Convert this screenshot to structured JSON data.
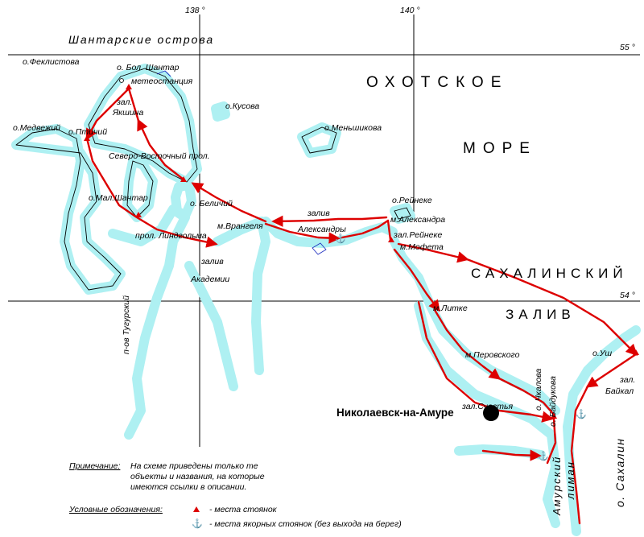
{
  "grid": {
    "lon_138": "138 °",
    "lon_140": "140 °",
    "lat_55": "55 °",
    "lat_54": "54 °"
  },
  "labels": {
    "shantar_islands": "Шантарские острова",
    "feklistova": "о.Феклистова",
    "bol_shantar": "о. Бол. Шантар",
    "meteostation": "метеостанция",
    "zal_yakshina_1": "зал.",
    "zal_yakshina_2": "Якшина",
    "kusova": "о.Кусова",
    "medvezhiy": "о.Медвежий",
    "ptichiy": "о.Птичий",
    "menshikova": "о.Меньшикова",
    "nord_east_strait": "Северо-Восточный прол.",
    "mal_shantar": "о.Мал.Шантар",
    "belichiy": "о. Беличий",
    "reineke_island": "о.Рейнеке",
    "m_alexandra": "м.Александра",
    "zal_reineke": "зал.Рейнеке",
    "m_mofeta": "м.Мофета",
    "zaliv_alexandry_1": "залив",
    "zaliv_alexandry_2": "Александры",
    "m_vrangelya": "м.Врангеля",
    "prol_lindgolma": "прол. Линдгольма",
    "zaliv_akademii_1": "залив",
    "zaliv_akademii_2": "Академии",
    "tugur": "п-ов Тугурский",
    "m_litke": "м.Литке",
    "m_perovskogo": "м.Перовского",
    "o_ush": "о.Уш",
    "zal_baikal_1": "зал.",
    "zal_baikal_2": "Байкал",
    "chkalova": "о. Чкалова",
    "baidukova": "о. Байдукова",
    "zal_schastya": "зал.Счастья",
    "nikolaevsk": "Николаевск-на-Амуре",
    "sakhalin": "о. Сахалин",
    "amur_liman_1": "Амурский",
    "amur_liman_2": "лиман"
  },
  "seas": {
    "okhotsk_1": "ОХОТСКОЕ",
    "okhotsk_2": "МОРЕ",
    "sakhalin_bay_1": "САХАЛИНСКИЙ",
    "sakhalin_bay_2": "ЗАЛИВ"
  },
  "note": {
    "title": "Примечание:",
    "line1": "На схеме приведены только те",
    "line2": "объекты и названия, на которые",
    "line3": "имеются ссылки в описании."
  },
  "legend": {
    "title": "Условные обозначения:",
    "stop": "- места стоянок",
    "anchor": "- места якорных стоянок (без выхода на берег)"
  },
  "colors": {
    "land_tint": "#aef0f2",
    "coast": "#000000",
    "route": "#dd0000",
    "grid": "#000000",
    "city": "#000000"
  }
}
